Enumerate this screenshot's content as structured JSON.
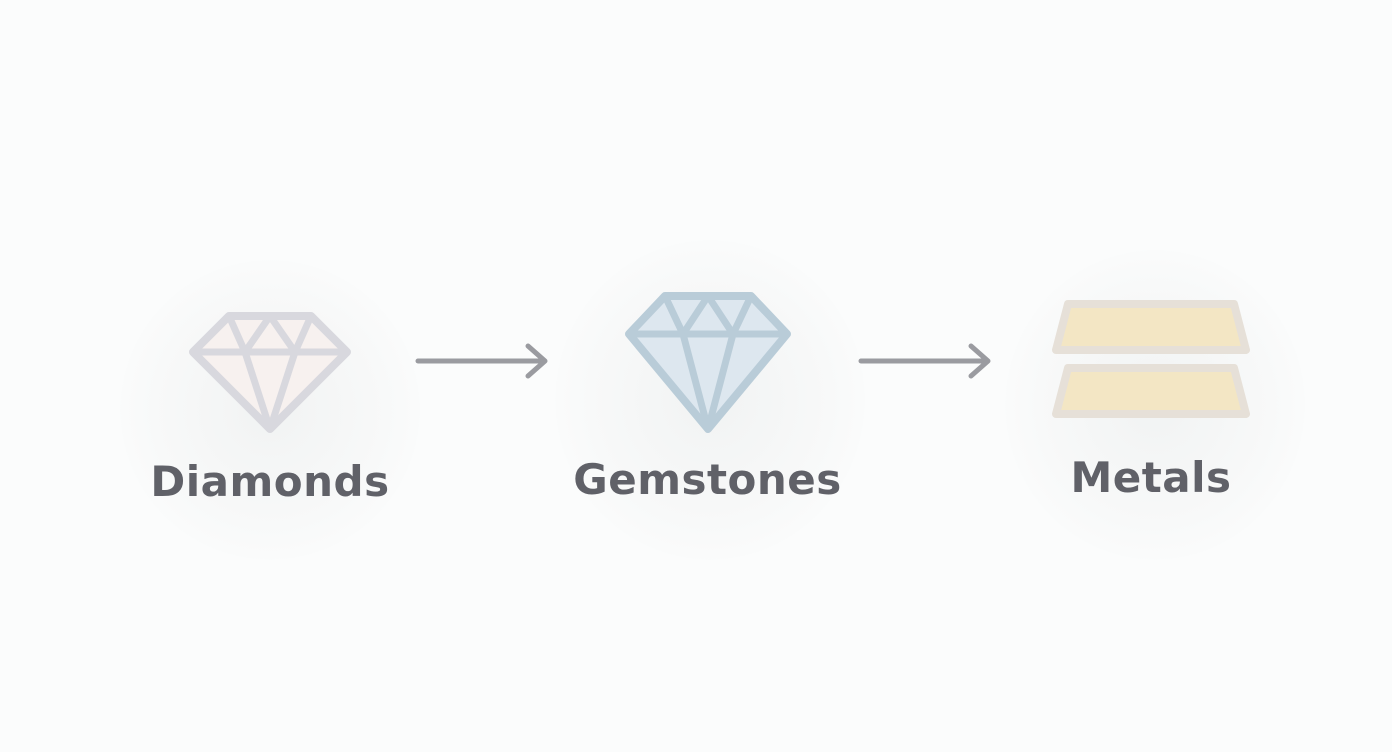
{
  "diagram": {
    "nodes": [
      {
        "id": "diamonds",
        "label": "Diamonds",
        "icon": "diamond-icon",
        "fill": "#f7f1ef",
        "stroke": "#d8d8de"
      },
      {
        "id": "gemstones",
        "label": "Gemstones",
        "icon": "gemstone-icon",
        "fill": "#dde7ef",
        "stroke": "#b9ccd8"
      },
      {
        "id": "metals",
        "label": "Metals",
        "icon": "metal-bars-icon",
        "fill": "#f3e6c4",
        "stroke": "#e6e0d8"
      }
    ],
    "edges": [
      {
        "from": "diamonds",
        "to": "gemstones",
        "icon": "arrow-right-icon"
      },
      {
        "from": "gemstones",
        "to": "metals",
        "icon": "arrow-right-icon"
      }
    ],
    "colors": {
      "background": "#fbfcfc",
      "label": "#606168",
      "arrow": "#9a9ba0"
    }
  }
}
